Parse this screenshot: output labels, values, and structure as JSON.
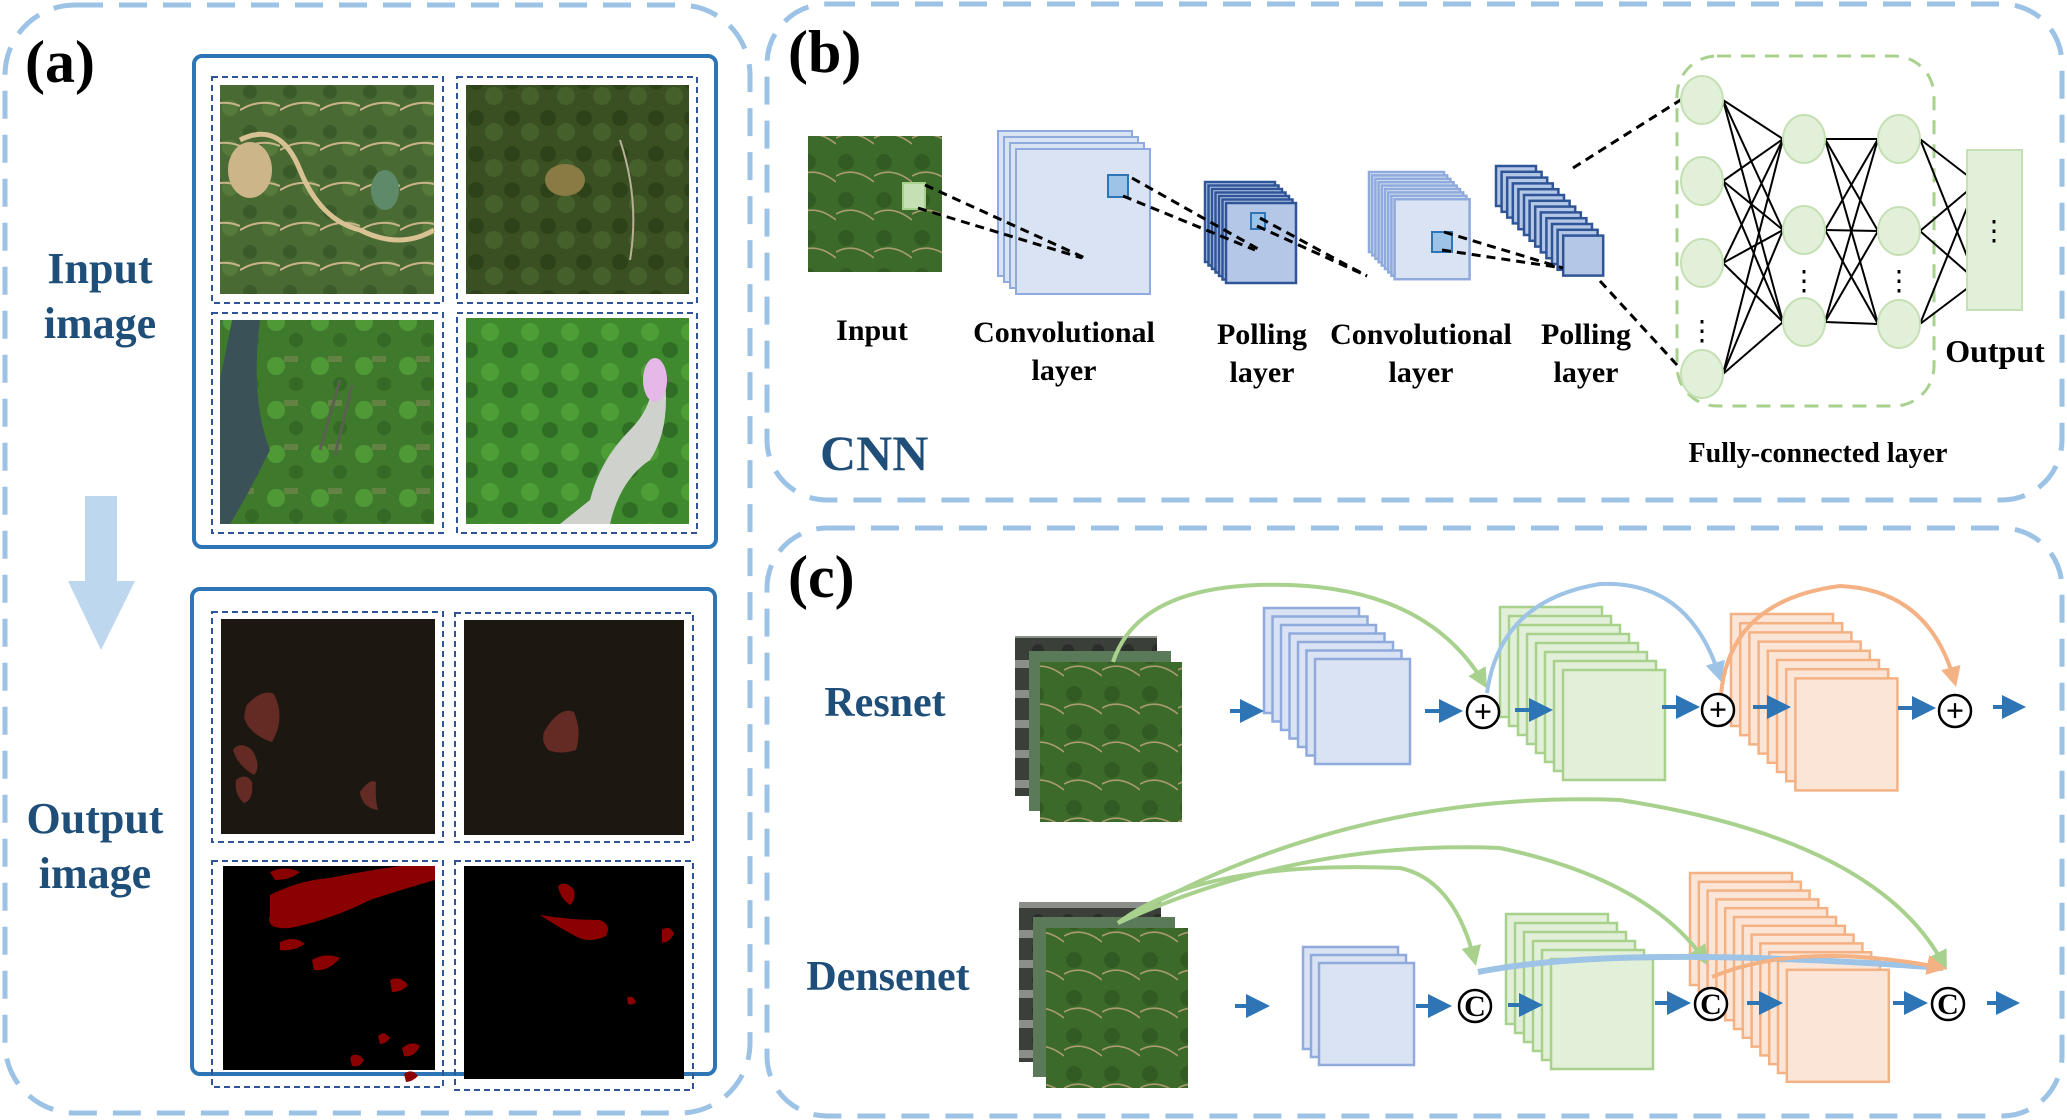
{
  "colors": {
    "panel_border": "#9cc3e6",
    "heading_text": "#1f4e79",
    "black_text": "#000000",
    "box_border": "#2e75b6",
    "conv_fill": "#dae3f3",
    "conv_stroke": "#8faadc",
    "pool_fill": "#b4c7e7",
    "pool_stroke": "#2f5597",
    "fc_node_fill": "#e2f0d9",
    "fc_node_stroke": "#c5e0b4",
    "output_node_fill": "#c5e0b4",
    "green_stroke": "#a9d18e",
    "orange_fill": "#fbe5d6",
    "orange_stroke": "#f4b183",
    "blue_arrow": "#2e75b6",
    "mask_bg_dark": "#1c1811",
    "mask_bg_black": "#000000",
    "mask_red_soft": "#642a24",
    "mask_red": "#8b0000",
    "arrow_down": "#bdd7ee"
  },
  "panel_a": {
    "label": "(a)",
    "input_label_line1": "Input",
    "input_label_line2": "image",
    "output_label_line1": "Output",
    "output_label_line2": "image",
    "input_tiles": [
      {
        "name": "satellite-tile-1",
        "base": "#4a6a34"
      },
      {
        "name": "satellite-tile-2",
        "base": "#3a4f22"
      },
      {
        "name": "satellite-tile-3",
        "base": "#3f7a2c"
      },
      {
        "name": "satellite-tile-4",
        "base": "#3f8a2e"
      }
    ]
  },
  "panel_b": {
    "label": "(b)",
    "network_name": "CNN",
    "stages": [
      {
        "line1": "Input",
        "line2": ""
      },
      {
        "line1": "Convolutional",
        "line2": "layer"
      },
      {
        "line1": "Polling",
        "line2": "layer"
      },
      {
        "line1": "Convolutional",
        "line2": "layer"
      },
      {
        "line1": "Polling",
        "line2": "layer"
      }
    ],
    "output_label": "Output",
    "fc_label": "Fully-connected layer",
    "ellipsis": "⋮"
  },
  "panel_c": {
    "label": "(c)",
    "resnet_label": "Resnet",
    "densenet_label": "Densenet",
    "add_symbol": "+",
    "concat_symbol": "C"
  }
}
